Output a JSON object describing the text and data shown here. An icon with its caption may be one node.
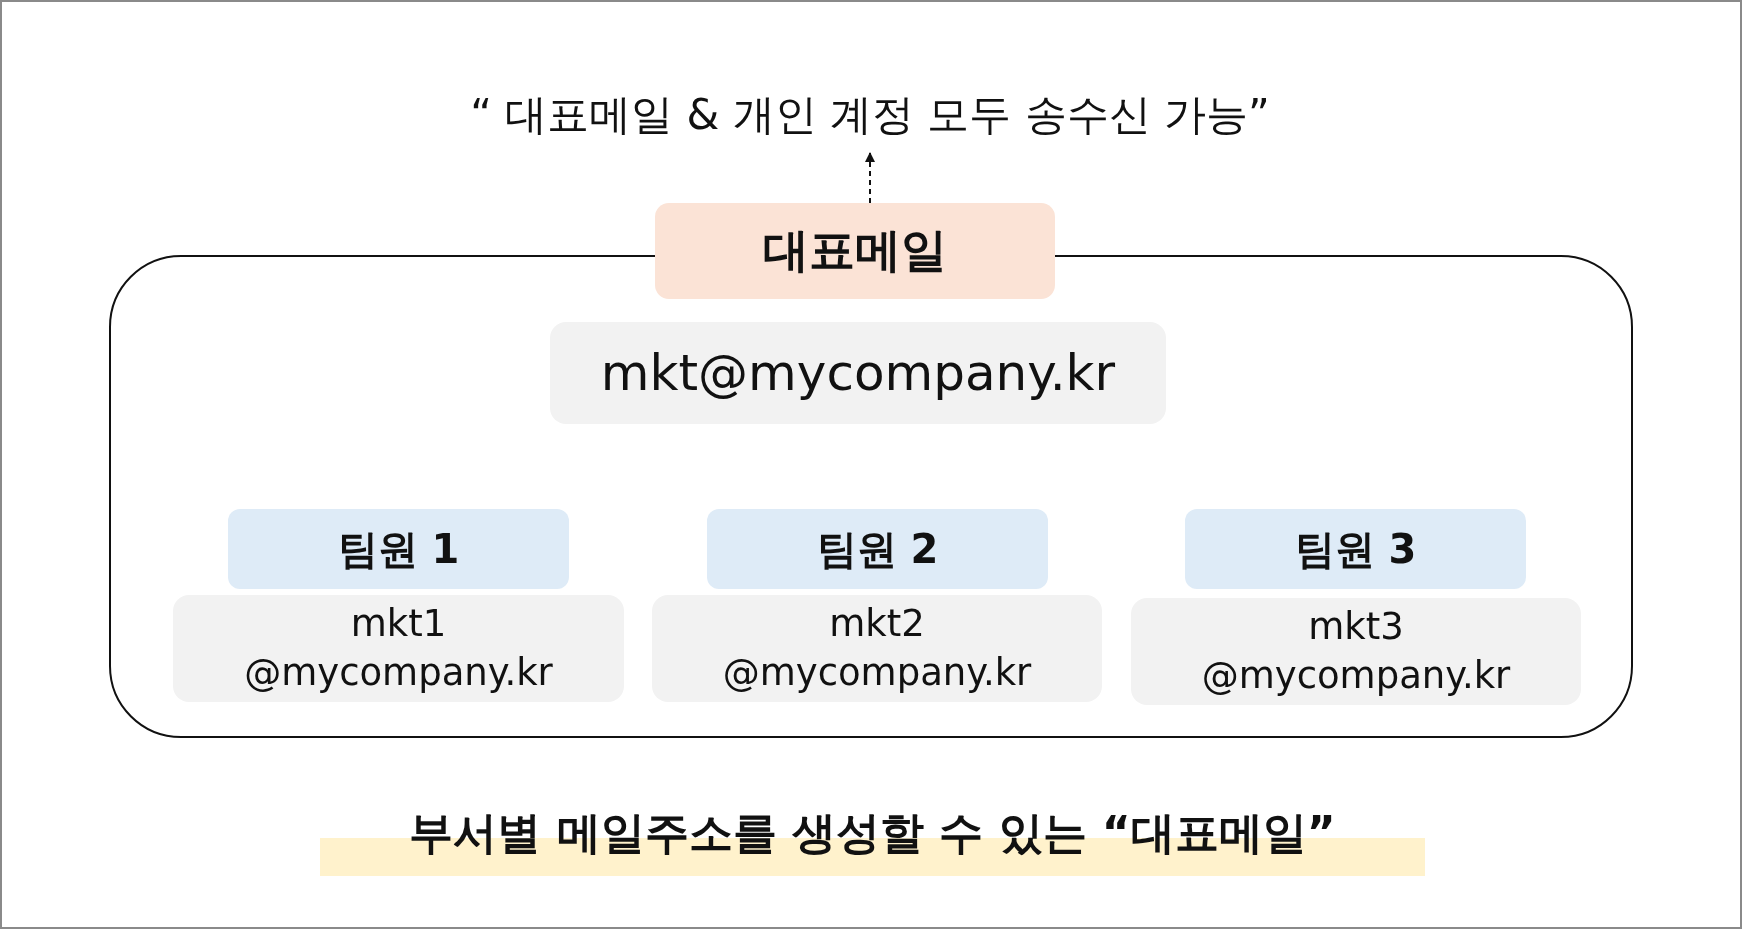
{
  "diagram": {
    "caption": "부서별 메일주소를 생성할 수 있는 “대표메일”",
    "nodes": [
      {
        "text": [
          "“ 대표메일 & 개인 계정 모두 송수신 가능”"
        ]
      },
      {
        "text": [
          "대표메일"
        ]
      },
      {
        "text": [],
        "shape": "box"
      },
      {
        "text": [
          "mkt@mycompany.kr"
        ],
        "in": 2
      },
      {
        "text": [
          "팀원 1"
        ],
        "in": 2
      },
      {
        "text": [
          "mkt1 @mycompany.kr"
        ],
        "in": 2
      },
      {
        "text": [
          "팀원 2"
        ],
        "in": 2
      },
      {
        "text": [
          "mkt2 @mycompany.kr"
        ],
        "in": 2
      },
      {
        "text": [
          "팀원 3"
        ],
        "in": 2
      },
      {
        "text": [
          "mkt3 @mycompany.kr"
        ],
        "in": 2
      }
    ],
    "edges": [
      {
        "from": 1,
        "to": 0,
        "arrow": "to",
        "style": "dashed"
      }
    ]
  }
}
